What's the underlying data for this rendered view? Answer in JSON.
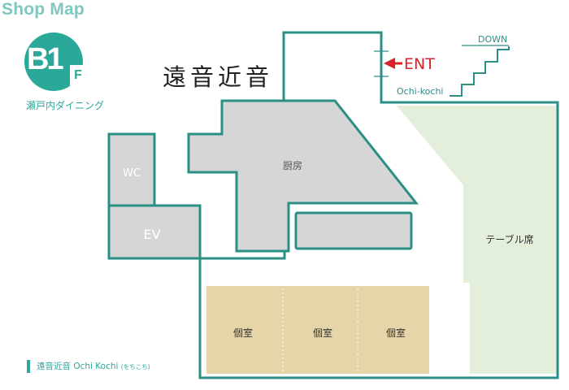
{
  "title": "Shop Map",
  "floor": {
    "code": "B1",
    "suffix": "F",
    "name": "瀬戸内ダイニング"
  },
  "shop": {
    "logo": "遠音近音",
    "legend_name": "遠音近音 Ochi Kochi",
    "legend_reading": "(をちこち)"
  },
  "entrance": {
    "label": "ENT",
    "stairs_direction": "DOWN",
    "stairs_to": "Ochi-kochi"
  },
  "areas": {
    "wc": "WC",
    "ev": "EV",
    "kitchen": "厨房",
    "table_seating": "テーブル席",
    "private_rooms": [
      "個室",
      "個室",
      "個室"
    ]
  },
  "colors": {
    "accent": "#2aa89a",
    "wall": "#2b8f86",
    "room_gray": "#d6d6d6",
    "table_area": "#e3eedb",
    "private_room": "#e6d5a8",
    "entrance_arrow": "#d8232a"
  }
}
